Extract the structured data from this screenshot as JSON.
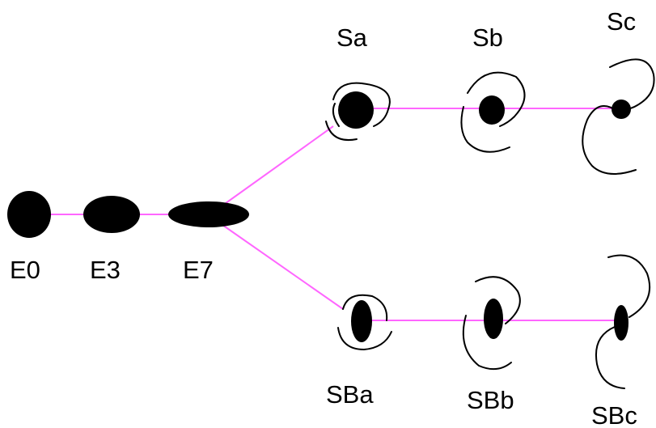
{
  "diagram": {
    "colors": {
      "connector": "#ff66ff",
      "galaxy": "#000000",
      "background": "#ffffff"
    },
    "nodes": {
      "E0": "E0",
      "E3": "E3",
      "E7": "E7",
      "Sa": "Sa",
      "Sb": "Sb",
      "Sc": "Sc",
      "SBa": "SBa",
      "SBb": "SBb",
      "SBc": "SBc"
    }
  }
}
